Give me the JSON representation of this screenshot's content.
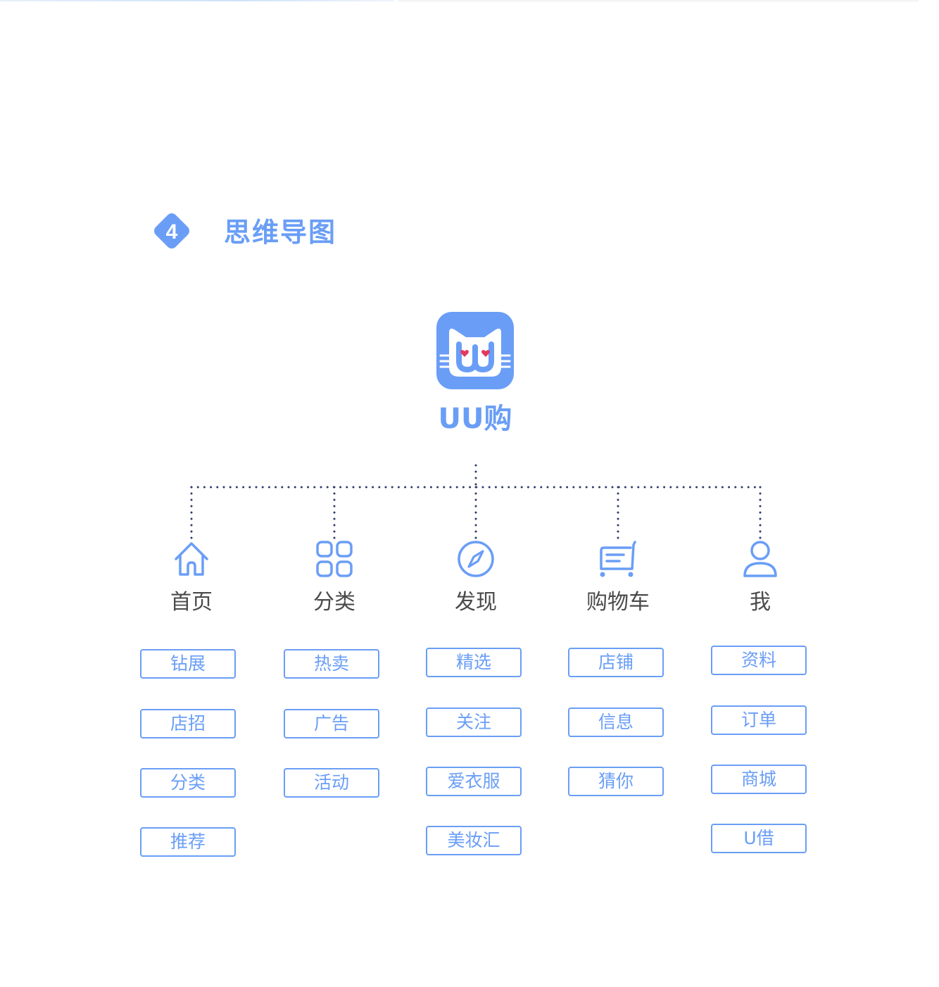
{
  "section": {
    "number": "4",
    "title": "思维导图"
  },
  "app": {
    "name": "UU购"
  },
  "colors": {
    "accent": "#6a9ef6",
    "dot": "#2d3a6b",
    "label": "#4a4a4a",
    "heart": "#e23b5f"
  },
  "nav": [
    {
      "label": "首页",
      "icon": "home-icon",
      "items": [
        "钻展",
        "店招",
        "分类",
        "推荐"
      ]
    },
    {
      "label": "分类",
      "icon": "grid-icon",
      "items": [
        "热卖",
        "广告",
        "活动"
      ]
    },
    {
      "label": "发现",
      "icon": "compass-icon",
      "items": [
        "精选",
        "关注",
        "爱衣服",
        "美妆汇"
      ]
    },
    {
      "label": "购物车",
      "icon": "cart-icon",
      "items": [
        "店铺",
        "信息",
        "猜你"
      ]
    },
    {
      "label": "我",
      "icon": "user-icon",
      "items": [
        "资料",
        "订单",
        "商城",
        "U借"
      ]
    }
  ]
}
